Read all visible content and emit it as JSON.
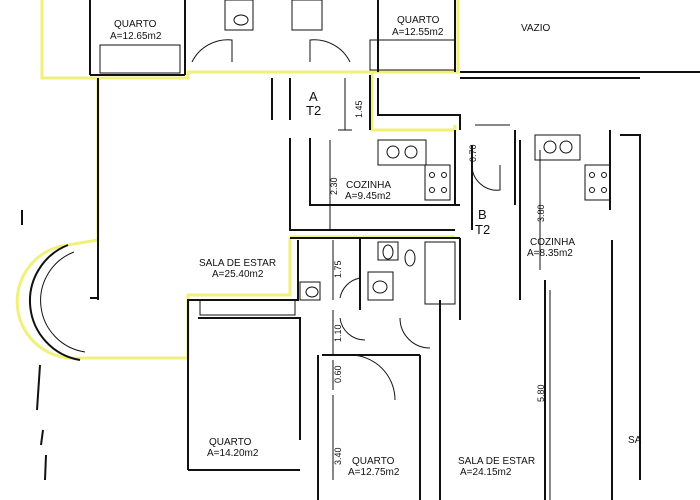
{
  "rooms": {
    "quarto_top_left": {
      "name": "QUARTO",
      "area": "A=12.65m2"
    },
    "quarto_top_mid": {
      "name": "QUARTO",
      "area": "A=12.55m2"
    },
    "vazio": {
      "name": "VAZIO"
    },
    "cozinha_a": {
      "name": "COZINHA",
      "area": "A=9.45m2"
    },
    "sala_a": {
      "name": "SALA DE ESTAR",
      "area": "A=25.40m2"
    },
    "cozinha_b": {
      "name": "COZINHA",
      "area": "A=8.35m2"
    },
    "quarto_bottom_left": {
      "name": "QUARTO",
      "area": "A=14.20m2"
    },
    "quarto_bottom_mid": {
      "name": "QUARTO",
      "area": "A=12.75m2"
    },
    "sala_b": {
      "name": "SALA DE ESTAR",
      "area": "A=24.15m2"
    },
    "cut_right": {
      "name": "SA"
    }
  },
  "units": {
    "a": {
      "letter": "A",
      "type": "T2"
    },
    "b": {
      "letter": "B",
      "type": "T2"
    }
  },
  "dimensions": {
    "d145": "1.45",
    "d070": "0.70",
    "d230": "2.30",
    "d380": "3.80",
    "d175": "1.75",
    "d110": "1.10",
    "d060": "0.60",
    "d580": "5.80",
    "d340": "3.40"
  },
  "colors": {
    "wall": "#111111",
    "highlight": "#f0f07a"
  }
}
